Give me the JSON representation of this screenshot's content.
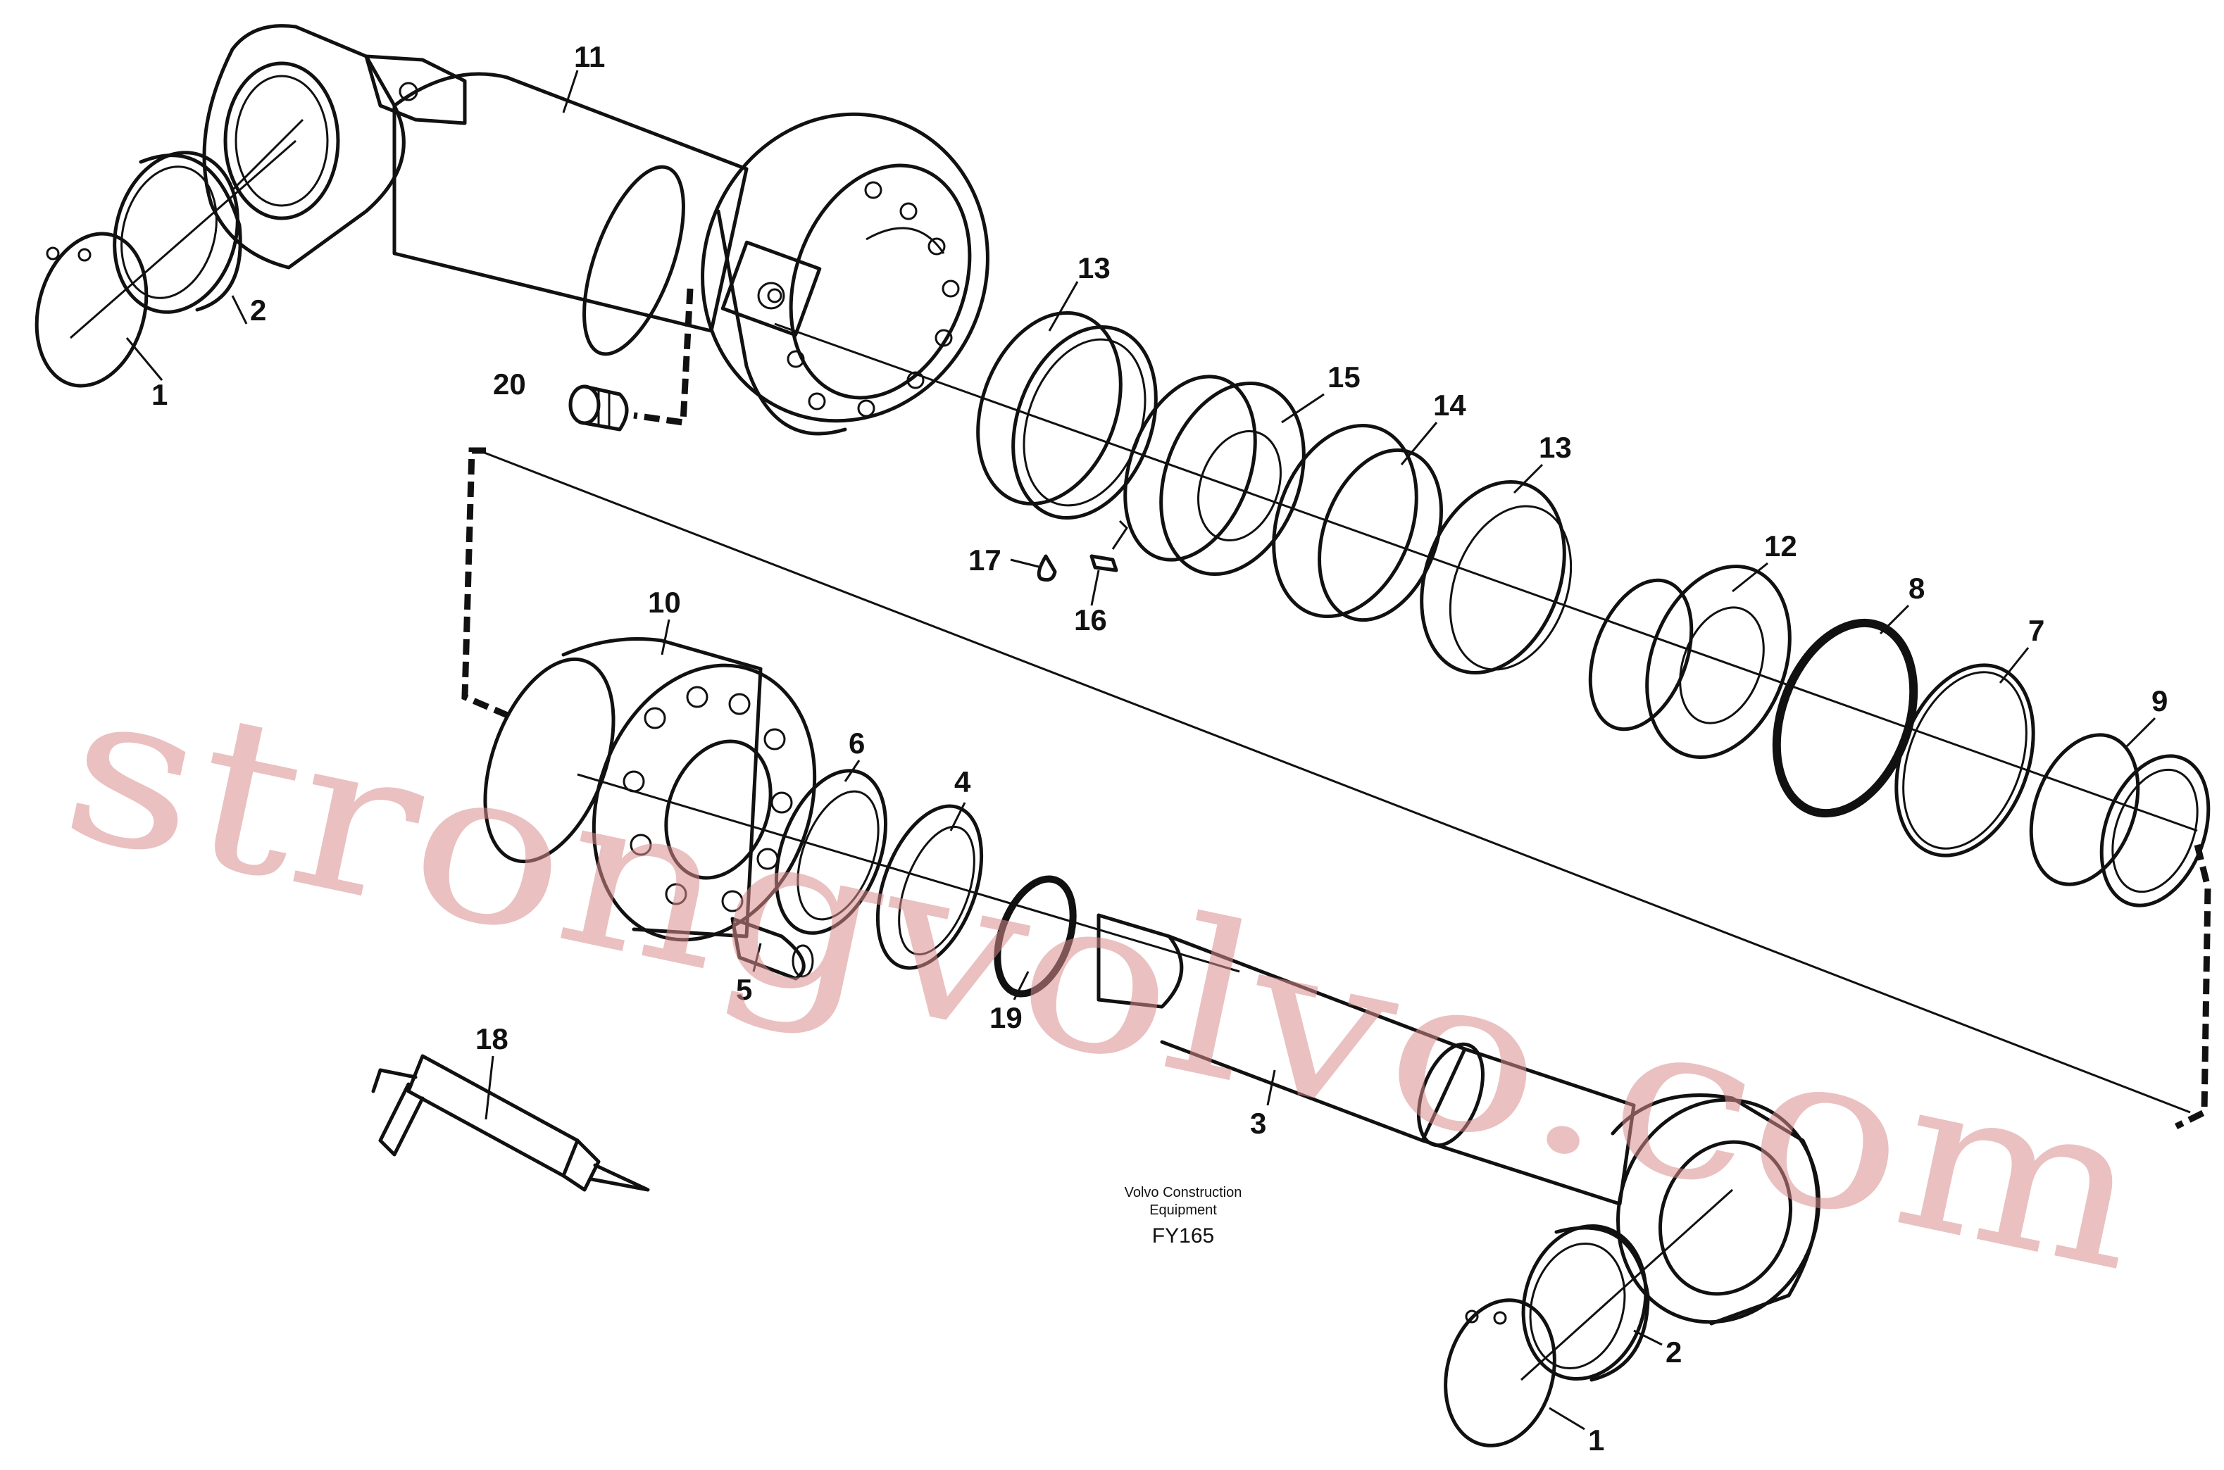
{
  "callouts": {
    "c1a": "1",
    "c1b": "1",
    "c2a": "2",
    "c2b": "2",
    "c3": "3",
    "c4": "4",
    "c5": "5",
    "c6": "6",
    "c7": "7",
    "c8": "8",
    "c9": "9",
    "c10": "10",
    "c11": "11",
    "c12": "12",
    "c13a": "13",
    "c13b": "13",
    "c14": "14",
    "c15": "15",
    "c16": "16",
    "c17": "17",
    "c18": "18",
    "c19": "19",
    "c20": "20"
  },
  "reference": {
    "line1": "Volvo Construction",
    "line2": "Equipment",
    "code": "FY165"
  },
  "watermark": "strongvolvo.com"
}
